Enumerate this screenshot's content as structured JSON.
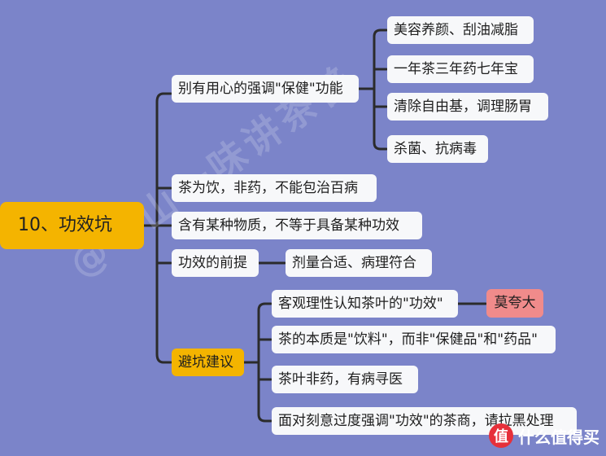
{
  "root": {
    "label": "10、功效坑"
  },
  "branches": {
    "health": {
      "label": "别有用心的强调\"保健\"功能",
      "children": [
        "美容养颜、刮油减脂",
        "一年茶三年药七年宝",
        "清除自由基，调理肠胃",
        "杀菌、抗病毒"
      ]
    },
    "drink": {
      "label": "茶为饮，非药，不能包治百病"
    },
    "substance": {
      "label": "含有某种物质，不等于具备某种功效"
    },
    "premise": {
      "label": "功效的前提",
      "children": [
        "剂量合适、病理符合"
      ]
    },
    "advice": {
      "label": "避坑建议",
      "children": [
        "客观理性认知茶叶的\"功效\"",
        "茶的本质是\"饮料\"，而非\"保健品\"和\"药品\"",
        "茶叶非药，有病寻医",
        "面对刻意过度强调\"功效\"的茶商，请拉黑处理"
      ],
      "note": "莫夸大"
    }
  },
  "watermark": "@一山一味讲茶普",
  "brand": {
    "logo_text": "值",
    "name": "什么值得买"
  },
  "colors": {
    "background": "#7b84c9",
    "node": "#f7f8fa",
    "highlight": "#f4b400",
    "note": "#f08b8b",
    "line": "#2b2b2b"
  }
}
